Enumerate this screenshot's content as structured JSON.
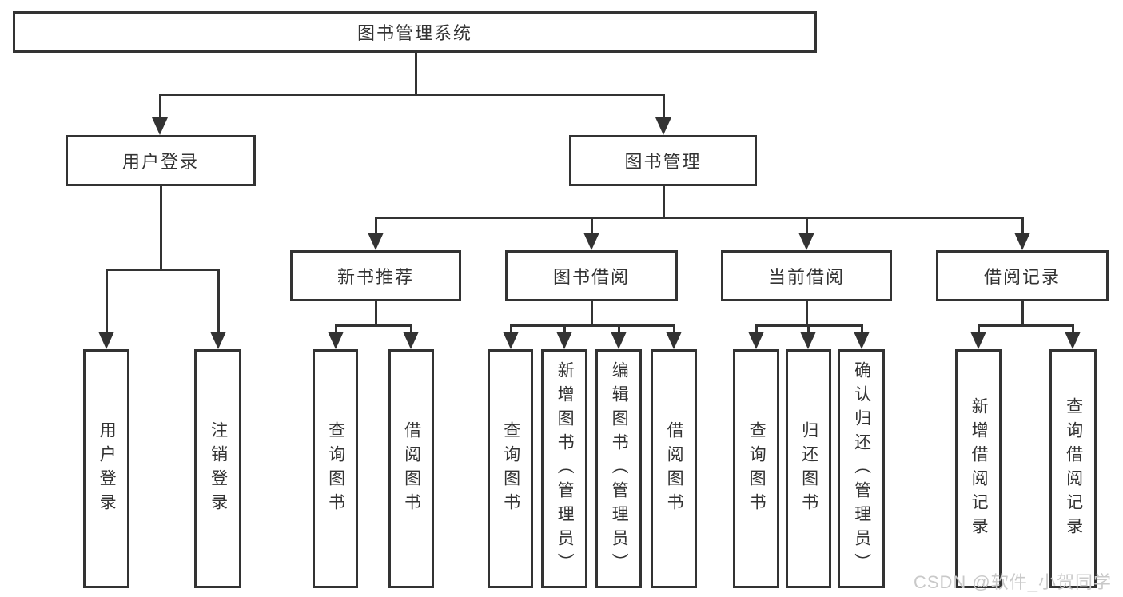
{
  "diagram": {
    "title": "图书管理系统",
    "root": "图书管理系统",
    "branches": [
      {
        "label": "用户登录",
        "children": [
          "用户登录",
          "注销登录"
        ]
      },
      {
        "label": "图书管理",
        "children": [
          {
            "label": "新书推荐",
            "children": [
              "查询图书",
              "借阅图书"
            ]
          },
          {
            "label": "图书借阅",
            "children": [
              "查询图书",
              "新增图书（管理员）",
              "编辑图书（管理员）",
              "借阅图书"
            ]
          },
          {
            "label": "当前借阅",
            "children": [
              "查询图书",
              "归还图书",
              "确认归还（管理员）"
            ]
          },
          {
            "label": "借阅记录",
            "children": [
              "新增借阅记录",
              "查询借阅记录"
            ]
          }
        ]
      }
    ]
  },
  "colors": {
    "line": "#333333",
    "text": "#333333",
    "background": "#ffffff",
    "watermark": "#c9c9c9"
  },
  "watermark": "CSDN @软件_小贺同学"
}
